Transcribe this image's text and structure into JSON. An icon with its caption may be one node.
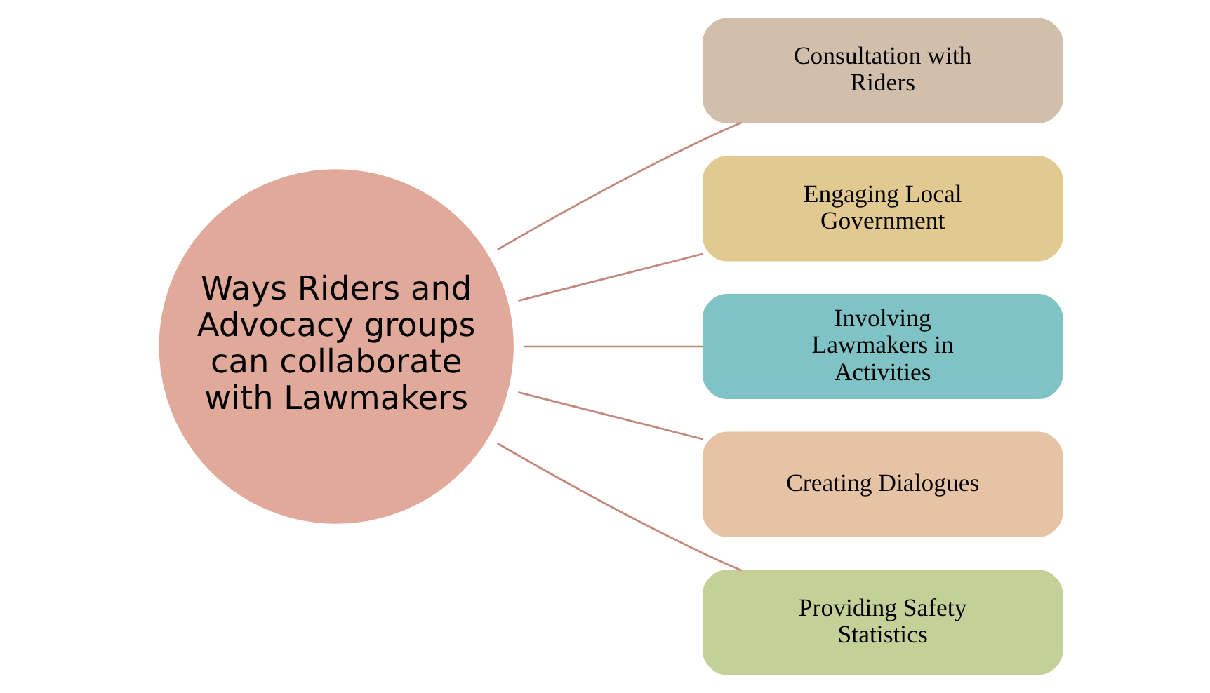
{
  "diagram": {
    "nodes": [
      {
        "text": [
          "Ways Riders and Advocacy groups can collaborate with Lawmakers"
        ]
      },
      {
        "text": [
          "Consultation with Riders"
        ]
      },
      {
        "text": [
          "Engaging Local Government"
        ]
      },
      {
        "text": [
          "Involving Lawmakers in Activities"
        ]
      },
      {
        "text": [
          "Creating Dialogues"
        ]
      },
      {
        "text": [
          "Providing Safety Statistics"
        ]
      }
    ],
    "edges": [
      {
        "from": 0,
        "to": 1,
        "arrow": "none"
      },
      {
        "from": 0,
        "to": 2,
        "arrow": "none"
      },
      {
        "from": 0,
        "to": 3,
        "arrow": "none"
      },
      {
        "from": 0,
        "to": 4,
        "arrow": "none"
      },
      {
        "from": 0,
        "to": 5,
        "arrow": "none"
      }
    ]
  }
}
